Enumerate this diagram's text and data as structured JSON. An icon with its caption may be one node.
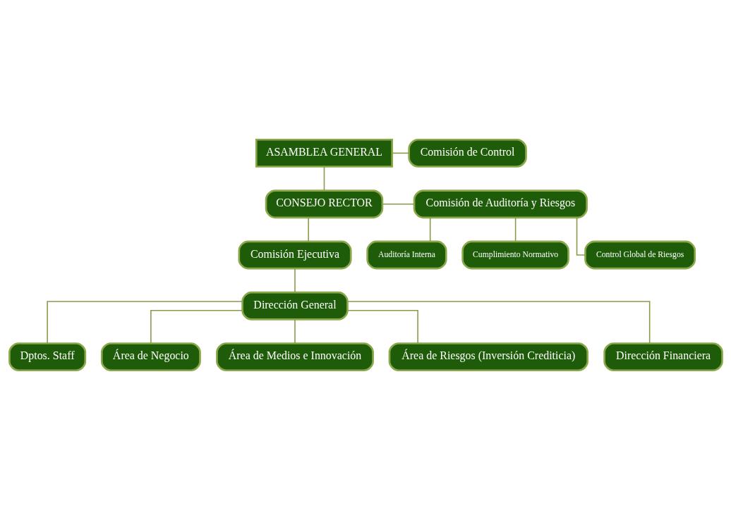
{
  "diagram": {
    "nodes": [
      {
        "text": [
          "ASAMBLEA GENERAL"
        ]
      },
      {
        "text": [
          "Comisión de Control"
        ]
      },
      {
        "text": [
          "CONSEJO RECTOR"
        ]
      },
      {
        "text": [
          "Comisión de Auditoría y Riesgos"
        ]
      },
      {
        "text": [
          "Comisión Ejecutiva"
        ]
      },
      {
        "text": [
          "Auditoría Interna"
        ]
      },
      {
        "text": [
          "Cumplimiento Normativo"
        ]
      },
      {
        "text": [
          "Control Global de Riesgos"
        ]
      },
      {
        "text": [
          "Dirección General"
        ]
      },
      {
        "text": [
          "Dptos. Staff"
        ]
      },
      {
        "text": [
          "Área de Negocio"
        ]
      },
      {
        "text": [
          "Área de Medios e Innovación"
        ]
      },
      {
        "text": [
          "Área de Riesgos (Inversión Crediticia)"
        ]
      },
      {
        "text": [
          "Dirección Financiera"
        ]
      }
    ],
    "edges": [
      {
        "from": 0,
        "to": 2,
        "arrow": "none"
      },
      {
        "from": 0,
        "to": 1,
        "arrow": "none"
      },
      {
        "from": 2,
        "to": 3,
        "arrow": "none"
      },
      {
        "from": 2,
        "to": 4,
        "arrow": "none"
      },
      {
        "from": 3,
        "to": 5,
        "arrow": "none"
      },
      {
        "from": 3,
        "to": 6,
        "arrow": "none"
      },
      {
        "from": 3,
        "to": 7,
        "arrow": "none"
      },
      {
        "from": 4,
        "to": 8,
        "arrow": "none"
      },
      {
        "from": 8,
        "to": 9,
        "arrow": "none"
      },
      {
        "from": 8,
        "to": 10,
        "arrow": "none"
      },
      {
        "from": 8,
        "to": 11,
        "arrow": "none"
      },
      {
        "from": 8,
        "to": 12,
        "arrow": "none"
      },
      {
        "from": 8,
        "to": 13,
        "arrow": "none"
      }
    ]
  }
}
